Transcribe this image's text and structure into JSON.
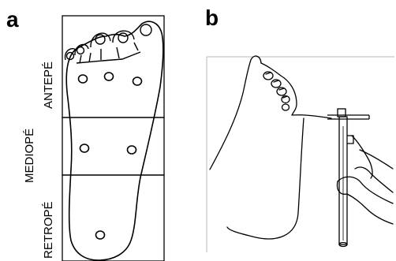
{
  "panels": [
    {
      "id": "a",
      "letter": "a"
    },
    {
      "id": "b",
      "letter": "b"
    }
  ],
  "regions": {
    "forefoot": "ANTEPÉ",
    "midfoot": "MEDIOPÉ",
    "hindfoot": "RETROPÉ"
  }
}
